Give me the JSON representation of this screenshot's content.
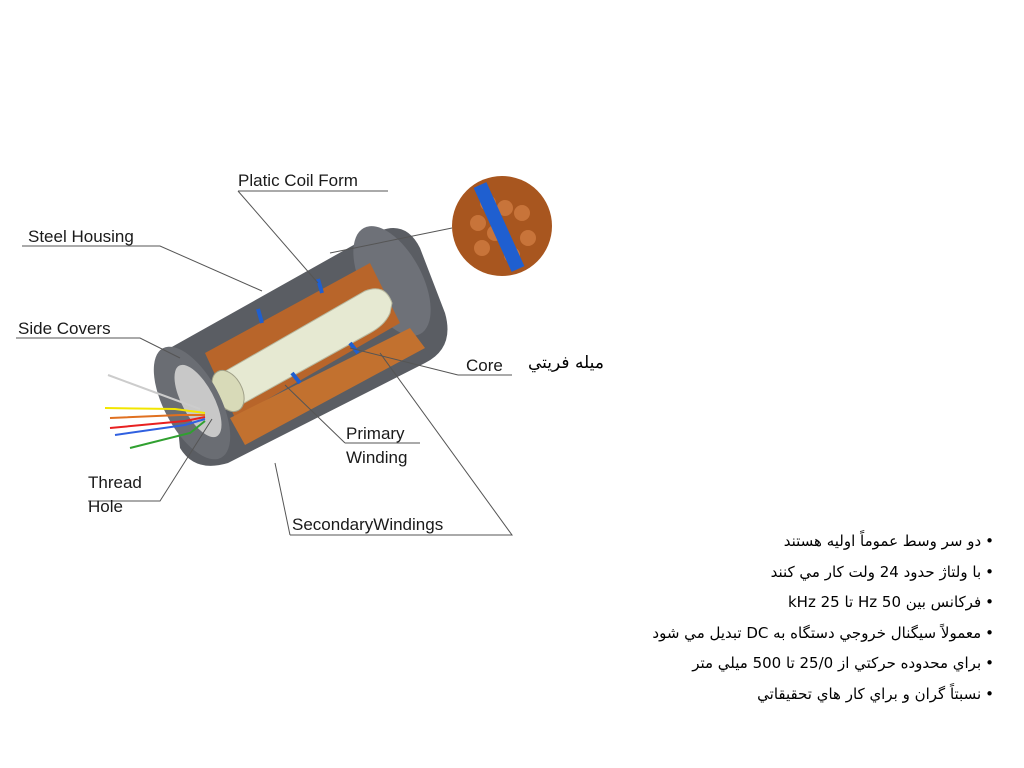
{
  "diagram": {
    "labels": {
      "plastic_coil_form": "Platic Coil Form",
      "steel_housing": "Steel Housing",
      "side_covers": "Side Covers",
      "core": "Core",
      "primary_winding_1": "Primary",
      "primary_winding_2": "Winding",
      "thread_hole_1": "Thread",
      "thread_hole_2": "Hole",
      "secondary_windings": "SecondaryWindings"
    },
    "ferrite_label": "ميله فريتي",
    "colors": {
      "housing": "#5a5d63",
      "winding": "#b8652a",
      "core": "#e6e9d2",
      "separator": "#1f5fd0",
      "wires": [
        "#f2e600",
        "#e07020",
        "#e82020",
        "#3060e0",
        "#30a030"
      ]
    }
  },
  "bullets": [
    {
      "mark": "•",
      "text": "دو سر وسط عموماً اوليه هستند"
    },
    {
      "mark": "•",
      "text": "با ولتاژ حدود 24 ولت كار مي كنند"
    },
    {
      "mark": "•",
      "text": "فركانس بين 50 Hz تا 25 kHz"
    },
    {
      "mark": "•",
      "text": "معمولاً سيگنال خروجي دستگاه به DC تبديل مي شود"
    },
    {
      "mark": "•",
      "text": "براي محدوده حركتي از 25/0 تا 500 ميلي متر"
    },
    {
      "mark": "•",
      "text": "نسبتاً گران و براي كار هاي تحقيقاتي"
    }
  ]
}
